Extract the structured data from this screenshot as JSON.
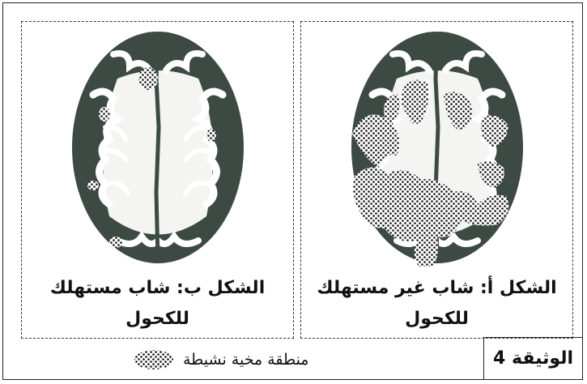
{
  "figure_a": {
    "caption_line1": "الشكل أ: شاب غير مستهلك",
    "caption_line2": "للكحول"
  },
  "figure_b": {
    "caption_line1": "الشكل ب: شاب مستهلك",
    "caption_line2": "للكحول"
  },
  "legend": {
    "label": "منطقة مخية نشيطة",
    "icon": "dotted-oval-icon"
  },
  "document_label": "الوثيقة 4",
  "colors": {
    "brain_dark": "#3d4a44",
    "brain_light": "#ffffff",
    "active_dots": "#111111"
  }
}
